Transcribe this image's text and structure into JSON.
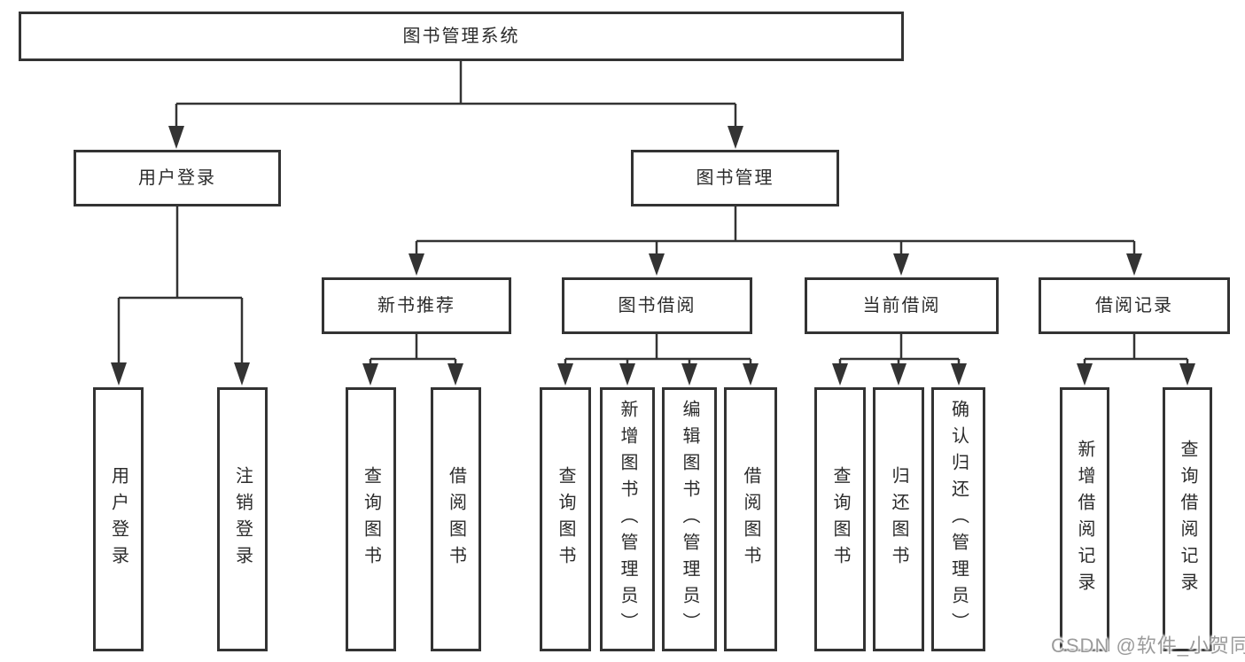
{
  "colors": {
    "line": "#333333",
    "text": "#2b2b2b",
    "watermark": "#9b9b9b",
    "background": "#ffffff"
  },
  "watermark": {
    "text": "CSDN @软件_小贺同学"
  },
  "tree": {
    "label": "图书管理系统",
    "children": [
      {
        "label": "用户登录",
        "children": [
          {
            "label": "用户登录"
          },
          {
            "label": "注销登录"
          }
        ]
      },
      {
        "label": "图书管理",
        "children": [
          {
            "label": "新书推荐",
            "children": [
              {
                "label": "查询图书"
              },
              {
                "label": "借阅图书"
              }
            ]
          },
          {
            "label": "图书借阅",
            "children": [
              {
                "label": "查询图书"
              },
              {
                "label": "新增图书（管理员）"
              },
              {
                "label": "编辑图书（管理员）"
              },
              {
                "label": "借阅图书"
              }
            ]
          },
          {
            "label": "当前借阅",
            "children": [
              {
                "label": "查询图书"
              },
              {
                "label": "归还图书"
              },
              {
                "label": "确认归还（管理员）"
              }
            ]
          },
          {
            "label": "借阅记录",
            "children": [
              {
                "label": "新增借阅记录"
              },
              {
                "label": "查询借阅记录"
              }
            ]
          }
        ]
      }
    ]
  }
}
